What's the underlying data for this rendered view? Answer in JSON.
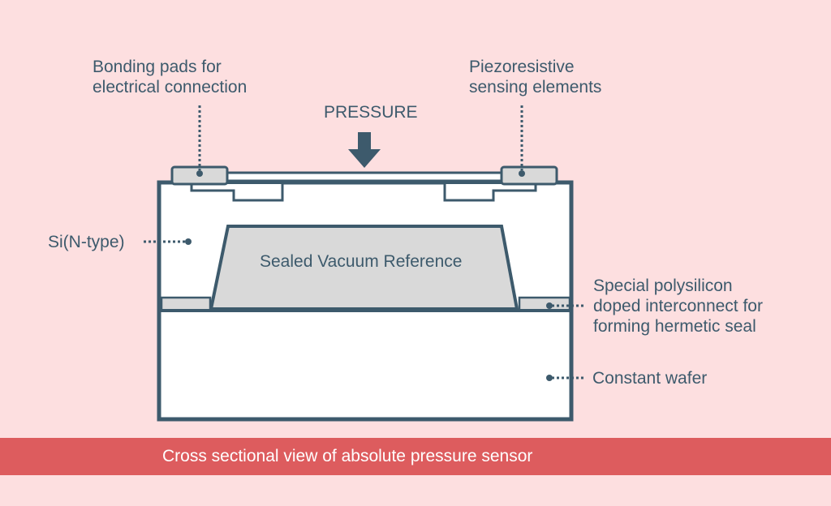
{
  "labels": {
    "bonding_pads": [
      "Bonding pads for",
      "electrical connection"
    ],
    "piezoresistive": [
      "Piezoresistive",
      "sensing elements"
    ],
    "pressure": "PRESSURE",
    "si_ntype": "Si(N-type)",
    "sealed_vacuum": "Sealed Vacuum Reference",
    "polysilicon": [
      "Special polysilicon",
      "doped interconnect for",
      "forming hermetic seal"
    ],
    "constant_wafer": "Constant wafer"
  },
  "caption": "Cross sectional view of absolute pressure sensor",
  "colors": {
    "background": "#fddfe0",
    "outline": "#3d5a6c",
    "fill_light": "#ffffff",
    "fill_gray": "#d9d9d9",
    "caption_bar": "#dd5c5e",
    "caption_text": "#ffffff"
  }
}
